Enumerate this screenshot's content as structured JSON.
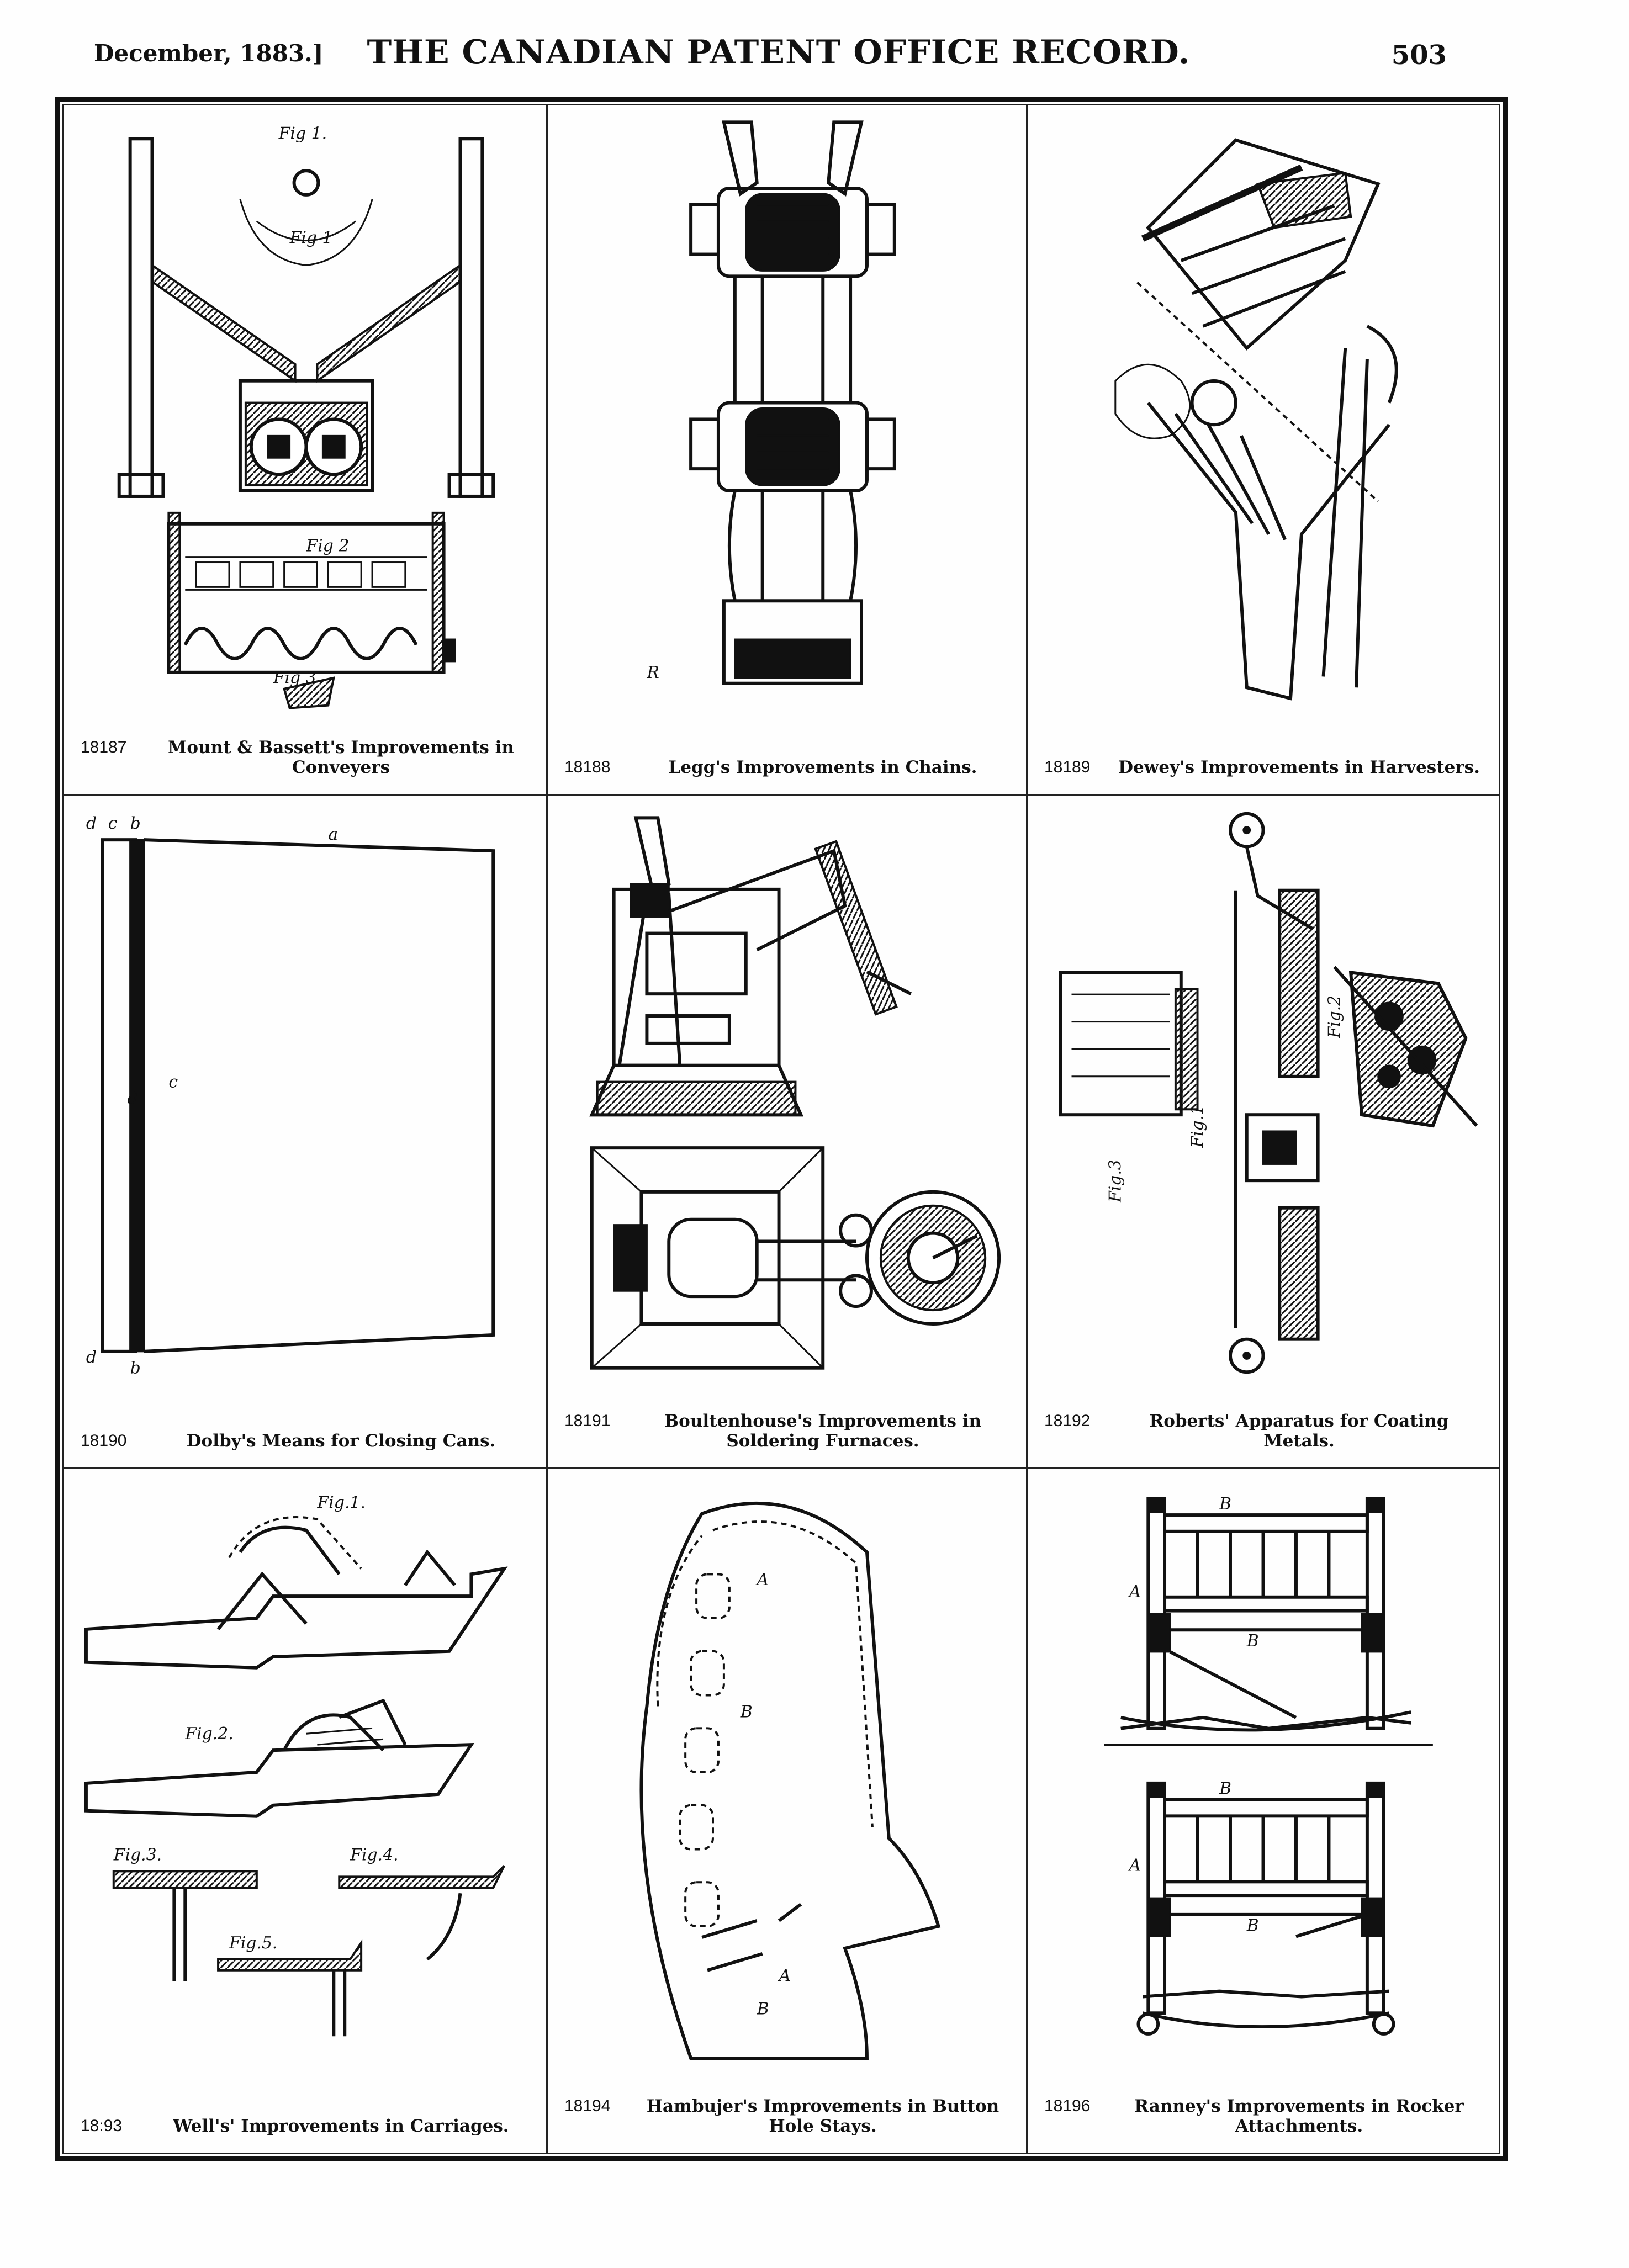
{
  "header": {
    "date": "December, 1883.]",
    "title": "THE CANADIAN PATENT OFFICE RECORD.",
    "page_number": "503"
  },
  "entries": [
    {
      "number": "18187",
      "title": "Mount & Bassett's Improvements in Conveyers"
    },
    {
      "number": "18188",
      "title": "Legg's Improvements in Chains."
    },
    {
      "number": "18189",
      "title": "Dewey's Improvements in Harvesters."
    },
    {
      "number": "18190",
      "title": "Dolby's Means for Closing Cans."
    },
    {
      "number": "18191",
      "title": "Boultenhouse's Improvements in Soldering Furnaces."
    },
    {
      "number": "18192",
      "title": "Roberts' Apparatus for Coating Metals."
    },
    {
      "number": "18:93",
      "title": "Well's' Improvements in Carriages."
    },
    {
      "number": "18194",
      "title": "Hambujer's Improvements in Button Hole Stays."
    },
    {
      "number": "18196",
      "title": "Ranney's Improvements in Rocker Attachments."
    }
  ],
  "figure_labels": {
    "conveyer_fig1": "Fig 1.",
    "conveyer_fig1b": "Fig 1",
    "conveyer_fig2": "Fig 2",
    "conveyer_fig3": "Fig 3",
    "carriage_fig1": "Fig.1.",
    "carriage_fig2": "Fig.2.",
    "carriage_fig3": "Fig.3.",
    "carriage_fig4": "Fig.4.",
    "carriage_fig5": "Fig.5.",
    "coating_fig1": "Fig.1",
    "coating_fig2": "Fig.2",
    "coating_fig3": "Fig.3"
  }
}
